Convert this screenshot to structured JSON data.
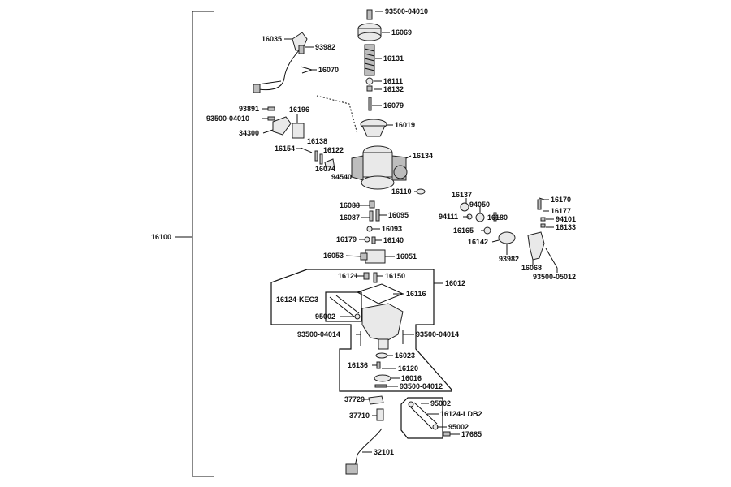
{
  "diagram": {
    "assembly_label": "16100",
    "labels": [
      "93500-04010",
      "16069",
      "16035",
      "93982",
      "16131",
      "16070",
      "16111",
      "16132",
      "16079",
      "93891",
      "16196",
      "93500-04010",
      "16019",
      "34300",
      "16138",
      "16154",
      "16122",
      "16134",
      "16074",
      "94540",
      "16110",
      "16137",
      "16170",
      "94050",
      "16177",
      "16088",
      "16095",
      "94111",
      "16180",
      "94101",
      "16087",
      "16133",
      "16093",
      "16165",
      "16179",
      "16140",
      "16142",
      "16053",
      "16051",
      "93982",
      "16068",
      "93500-05012",
      "16121",
      "16150",
      "16012",
      "16116",
      "16124-KEC3",
      "95002",
      "93500-04014",
      "93500-04014",
      "16023",
      "16136",
      "16120",
      "16016",
      "93500-04012",
      "37720",
      "95002",
      "37710",
      "16124-LDB2",
      "95002",
      "17685",
      "32101"
    ]
  }
}
